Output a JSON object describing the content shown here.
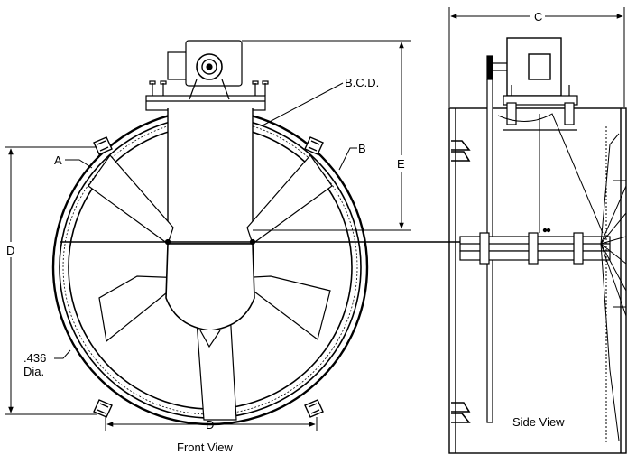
{
  "front_view": {
    "caption": "Front View",
    "labels": {
      "bcd": "B.C.D.",
      "a": "A",
      "b": "B",
      "e": "E",
      "d_vertical": "D",
      "d_horizontal": "D",
      "hole_size": ".436",
      "hole_unit": "Dia."
    }
  },
  "side_view": {
    "caption": "Side View",
    "labels": {
      "c": "C"
    }
  }
}
